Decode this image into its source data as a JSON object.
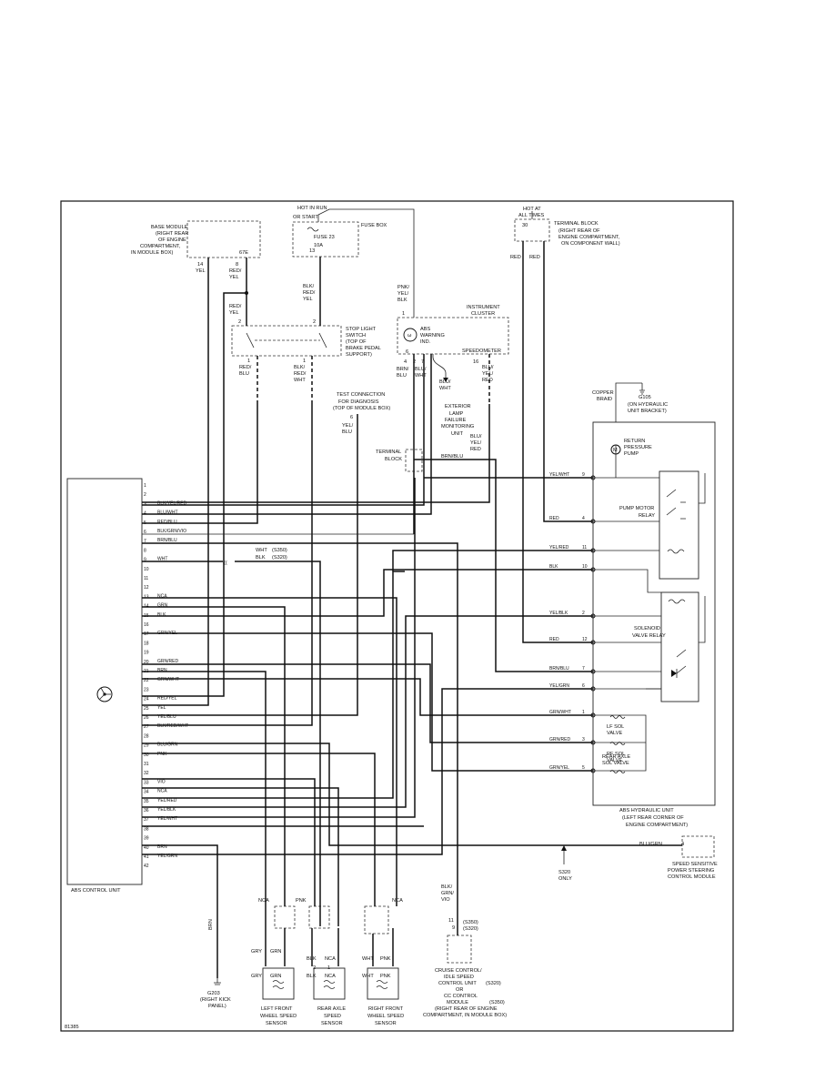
{
  "figure_id": "81385",
  "abs_control_unit": {
    "label": "ABS CONTROL UNIT",
    "pins": [
      {
        "n": "1",
        "wire": ""
      },
      {
        "n": "2",
        "wire": ""
      },
      {
        "n": "3",
        "wire": "BLK/YEL/RED"
      },
      {
        "n": "4",
        "wire": "BLU/WHT"
      },
      {
        "n": "5",
        "wire": "RED/BLU"
      },
      {
        "n": "6",
        "wire": "BLK/GRN/VIO"
      },
      {
        "n": "7",
        "wire": "BRN/BLU"
      },
      {
        "n": "8",
        "wire": ""
      },
      {
        "n": "9",
        "wire": "WHT"
      },
      {
        "n": "10",
        "wire": ""
      },
      {
        "n": "11",
        "wire": ""
      },
      {
        "n": "12",
        "wire": ""
      },
      {
        "n": "13",
        "wire": "NCA"
      },
      {
        "n": "14",
        "wire": "GRN"
      },
      {
        "n": "15",
        "wire": "BLK"
      },
      {
        "n": "16",
        "wire": ""
      },
      {
        "n": "17",
        "wire": "GRN/YEL"
      },
      {
        "n": "18",
        "wire": ""
      },
      {
        "n": "19",
        "wire": ""
      },
      {
        "n": "20",
        "wire": "GRN/RED"
      },
      {
        "n": "21",
        "wire": "BRN"
      },
      {
        "n": "22",
        "wire": "GRN/WHT"
      },
      {
        "n": "23",
        "wire": ""
      },
      {
        "n": "24",
        "wire": "RED/YEL"
      },
      {
        "n": "25",
        "wire": "YEL"
      },
      {
        "n": "26",
        "wire": "YEL/BLU"
      },
      {
        "n": "27",
        "wire": "BLK/RED/WHT"
      },
      {
        "n": "28",
        "wire": ""
      },
      {
        "n": "29",
        "wire": "BLU/GRN"
      },
      {
        "n": "30",
        "wire": "PNK"
      },
      {
        "n": "31",
        "wire": ""
      },
      {
        "n": "32",
        "wire": ""
      },
      {
        "n": "33",
        "wire": "VIO"
      },
      {
        "n": "34",
        "wire": "NCA"
      },
      {
        "n": "35",
        "wire": "YEL/RED"
      },
      {
        "n": "36",
        "wire": "YEL/BLK"
      },
      {
        "n": "37",
        "wire": "YEL/WHT"
      },
      {
        "n": "38",
        "wire": ""
      },
      {
        "n": "39",
        "wire": ""
      },
      {
        "n": "40",
        "wire": "BRN"
      },
      {
        "n": "41",
        "wire": "YEL/GRN"
      },
      {
        "n": "42",
        "wire": ""
      }
    ]
  },
  "base_module": {
    "label_lines": [
      "BASE MODULE",
      "(RIGHT REAR",
      "OF ENGINE",
      "COMPARTMENT,",
      "IN MODULE BOX)"
    ],
    "pin_label": "67E",
    "pin_a": "14",
    "wire_a": "YEL",
    "pin_b": "8",
    "wire_b_lines": [
      "RED/",
      "YEL"
    ]
  },
  "hot_in_run": {
    "lines": [
      "HOT IN RUN",
      "OR START"
    ]
  },
  "fuse_box": {
    "label": "FUSE BOX",
    "fuse_lines": [
      "FUSE 23",
      "10A"
    ],
    "pin": "13",
    "wire_lines": [
      "BLK/",
      "RED/",
      "YEL"
    ]
  },
  "hot_at_all_times": {
    "lines": [
      "HOT AT",
      "ALL TIMES"
    ],
    "pin": "30"
  },
  "terminal_block_top": {
    "label_lines": [
      "TERMINAL BLOCK",
      "(RIGHT REAR OF",
      "ENGINE COMPARTMENT,",
      "ON COMPONENT WALL)"
    ],
    "wire_a": "RED",
    "wire_b": "RED"
  },
  "stop_light_switch": {
    "label_lines": [
      "STOP LIGHT",
      "SWITCH",
      "(TOP OF",
      "BRAKE PEDAL",
      "SUPPORT)"
    ],
    "left_in_pin": "2",
    "right_in_pin": "2",
    "left_wire_lines": [
      "RED/",
      "YEL"
    ],
    "left_out_pin": "1",
    "right_out_pin": "1",
    "left_out_wire_lines": [
      "RED/",
      "BLU"
    ],
    "right_out_wire_lines": [
      "BLK/",
      "RED/",
      "WHT"
    ]
  },
  "instrument_cluster": {
    "label_lines": [
      "INSTRUMENT",
      "CLUSTER"
    ],
    "in_pin": "1",
    "in_wire_lines": [
      "PNK/",
      "YEL/",
      "BLK"
    ],
    "abs_lines": [
      "ABS",
      "WARNING",
      "IND."
    ],
    "pin_6": "6",
    "speedometer": "SPEEDOMETER",
    "pins_out": [
      "4",
      "2",
      "7",
      "16"
    ],
    "wire1_lines": [
      "BRN/",
      "BLU"
    ],
    "wire2_lines": [
      "BLU/",
      "WHT"
    ],
    "wire3_lines": [
      "BLU/",
      "YEL/",
      "RED"
    ],
    "branch_lines": [
      "BLU/",
      "WHT"
    ]
  },
  "exterior_lamp": {
    "lines": [
      "EXTERIOR",
      "LAMP",
      "FAILURE",
      "MONITORING",
      "UNIT"
    ],
    "wire_lines": [
      "BLU/",
      "YEL/",
      "RED"
    ]
  },
  "test_connection": {
    "lines": [
      "TEST CONNECTION",
      "FOR DIAGNOSIS",
      "(TOP OF MODULE BOX)"
    ],
    "pin": "6",
    "wire_lines": [
      "YEL/",
      "BLU"
    ]
  },
  "terminal_block_mid": {
    "lines": [
      "TERMINAL",
      "BLOCK"
    ],
    "wire": "BRN/BLU"
  },
  "ground_g105": {
    "label_lines": [
      "COPPER",
      "BRAID"
    ],
    "id": "G105",
    "location": "(ON HYDRAULIC",
    "location2": "UNIT BRACKET)"
  },
  "hydraulic_unit": {
    "label_lines": [
      "ABS HYDRAULIC UNIT",
      "(LEFT REAR CORNER OF",
      "ENGINE COMPARTMENT)"
    ],
    "motor_lines": [
      "RETURN",
      "PRESSURE",
      "PUMP"
    ],
    "motor_symbol": "M",
    "pump_relay_lines": [
      "PUMP MOTOR",
      "RELAY"
    ],
    "solenoid_relay_lines": [
      "SOLENOID",
      "VALVE RELAY"
    ],
    "valves": [
      {
        "lines": [
          "LF SOL",
          "VALVE"
        ]
      },
      {
        "lines": [
          "RF SOL",
          "VALVE"
        ]
      },
      {
        "lines": [
          "REAR AXLE",
          "SOL VALVE"
        ]
      }
    ],
    "connector": [
      {
        "wire": "YEL/WHT",
        "pin": "9"
      },
      {
        "wire": "RED",
        "pin": "4"
      },
      {
        "wire": "YEL/RED",
        "pin": "11"
      },
      {
        "wire": "BLK",
        "pin": "10"
      },
      {
        "wire": "YEL/BLK",
        "pin": "2"
      },
      {
        "wire": "RED",
        "pin": "12"
      },
      {
        "wire": "BRN/BLU",
        "pin": "7"
      },
      {
        "wire": "YEL/GRN",
        "pin": "6"
      },
      {
        "wire": "GRN/WHT",
        "pin": "1"
      },
      {
        "wire": "GRN/RED",
        "pin": "3"
      },
      {
        "wire": "GRN/YEL",
        "pin": "5"
      }
    ]
  },
  "splice": {
    "wire1": "WHT",
    "code1": "(S350)",
    "wire2": "BLK",
    "code2": "(S320)"
  },
  "speed_sensitive": {
    "lines": [
      "SPEED SENSITIVE",
      "POWER STEERING",
      "CONTROL MODULE"
    ],
    "wire": "BLU/GRN",
    "pin": "4",
    "note_lines": [
      "S320",
      "ONLY"
    ]
  },
  "ground_g203": {
    "wire": "BRN",
    "lines": [
      "G203",
      "(RIGHT KICK",
      "PANEL)"
    ]
  },
  "cruise": {
    "wire_lines": [
      "BLK/",
      "GRN/",
      "VIO"
    ],
    "pin_a": "11",
    "code_a": "(S350)",
    "pin_b": "9",
    "code_b": "(S320)",
    "lines": [
      "CRUISE CONTROL/",
      "IDLE SPEED",
      "CONTROL UNIT",
      "OR",
      "CC CONTROL",
      "MODULE",
      "(RIGHT REAR OF ENGINE",
      "COMPARTMENT, IN MODULE BOX)"
    ],
    "code_c": "(S320)",
    "code_d": "(S350)"
  },
  "sensors": [
    {
      "lines": [
        "LEFT FRONT",
        "WHEEL SPEED",
        "SENSOR"
      ],
      "top_a": "NCA",
      "top_b": "PNK",
      "wire_a": "GRY",
      "wire_b": "GRN",
      "bot_a": "GRY",
      "bot_b": "GRN"
    },
    {
      "lines": [
        "REAR AXLE",
        "SPEED",
        "SENSOR"
      ],
      "top_a": "",
      "top_b": "",
      "wire_a": "BLK",
      "wire_b": "NCA",
      "pin_a": "2",
      "pin_b": "1",
      "bot_a": "BLK",
      "bot_b": "NCA"
    },
    {
      "lines": [
        "RIGHT FRONT",
        "WHEEL SPEED",
        "SENSOR"
      ],
      "top_a": "NCA",
      "top_b": "",
      "wire_a": "WHT",
      "wire_b": "PNK",
      "bot_a": "WHT",
      "bot_b": "PNK"
    }
  ]
}
